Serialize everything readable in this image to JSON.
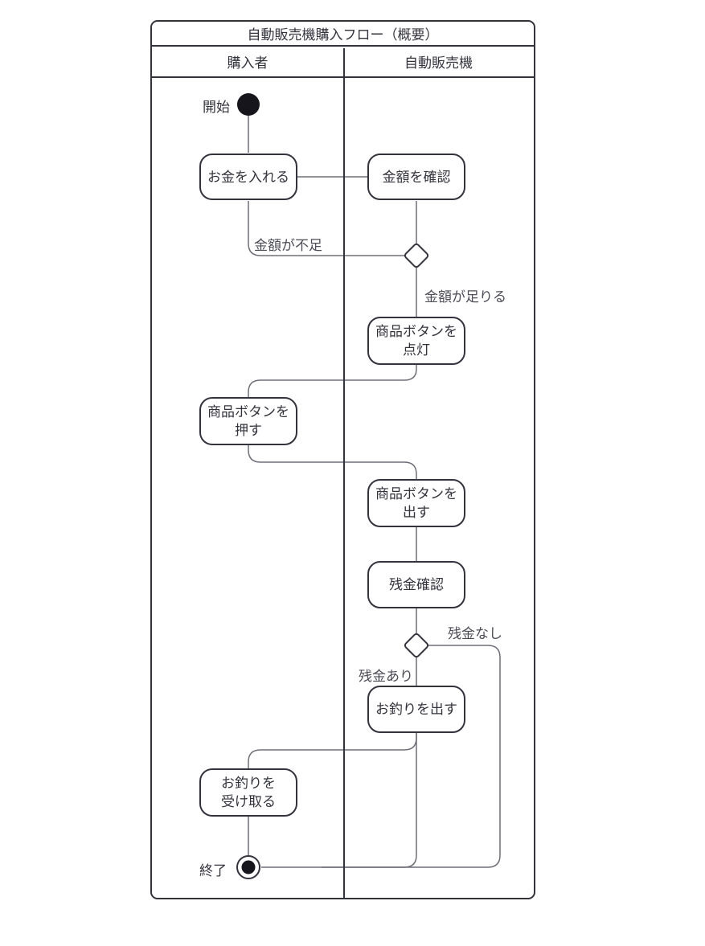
{
  "diagram": {
    "title": "自動販売機購入フロー（概要）",
    "lanes": [
      {
        "label": "購入者"
      },
      {
        "label": "自動販売機"
      }
    ],
    "nodes": {
      "start": {
        "label": "開始"
      },
      "insert_money": {
        "label": "お金を入れる"
      },
      "check_amount": {
        "label": "金額を確認"
      },
      "light_button": {
        "label": "商品ボタンを\n点灯"
      },
      "press_button": {
        "label": "商品ボタンを\n押す"
      },
      "dispense_product": {
        "label": "商品ボタンを\n出す"
      },
      "check_balance": {
        "label": "残金確認"
      },
      "dispense_change": {
        "label": "お釣りを出す"
      },
      "receive_change": {
        "label": "お釣りを\n受け取る"
      },
      "end": {
        "label": "終了"
      }
    },
    "edge_labels": {
      "insufficient": "金額が不足",
      "sufficient": "金額が足りる",
      "no_balance": "残金なし",
      "has_balance": "残金あり"
    },
    "colors": {
      "background": "#ffffff",
      "frame_border": "#33333d",
      "node_border": "#33333d",
      "node_fill": "#ffffff",
      "node_text": "#33333d",
      "connector": "#6e6e78",
      "edge_label_text": "#4d4d58",
      "terminal_fill": "#15151b"
    }
  }
}
